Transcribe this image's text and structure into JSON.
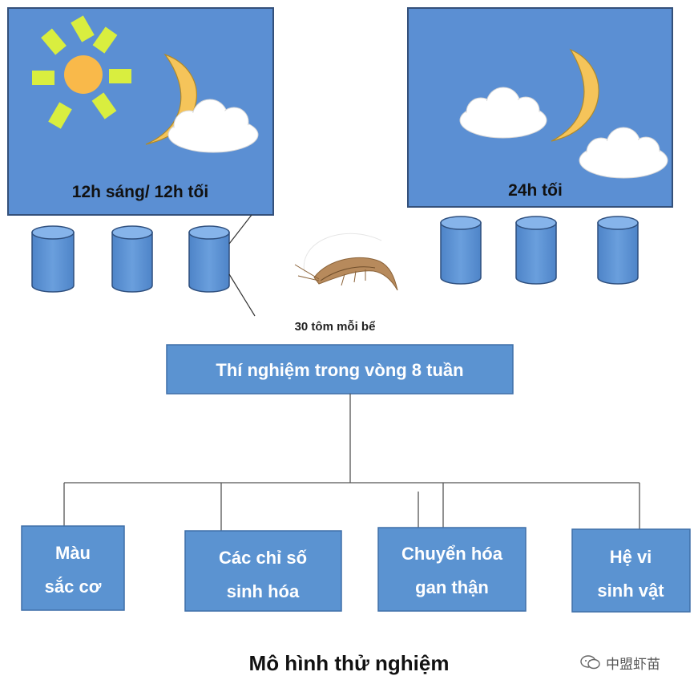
{
  "panels": {
    "left_label": "12h sáng/ 12h tối",
    "right_label": "24h tối"
  },
  "shrimp_label": "30 tôm mỗi bể",
  "experiment_box": "Thí nghiệm trong vòng 8 tuần",
  "outcomes": [
    {
      "line1": "Màu",
      "line2": "sắc cơ"
    },
    {
      "line1": "Các chỉ số",
      "line2": "sinh hóa"
    },
    {
      "line1": "Chuyển hóa",
      "line2": "gan thận"
    },
    {
      "line1": "Hệ vi",
      "line2": "sinh vật"
    }
  ],
  "caption": "Mô hình thử nghiệm",
  "watermark": "中盟虾苗",
  "colors": {
    "panel_blue": "#5b8fd3",
    "box_blue": "#5b93d1",
    "border": "#34507a",
    "sun": "#f9b94a",
    "sun_rays": "#d9ee3f",
    "moon": "#f5c45a",
    "cloud": "#ffffff"
  }
}
